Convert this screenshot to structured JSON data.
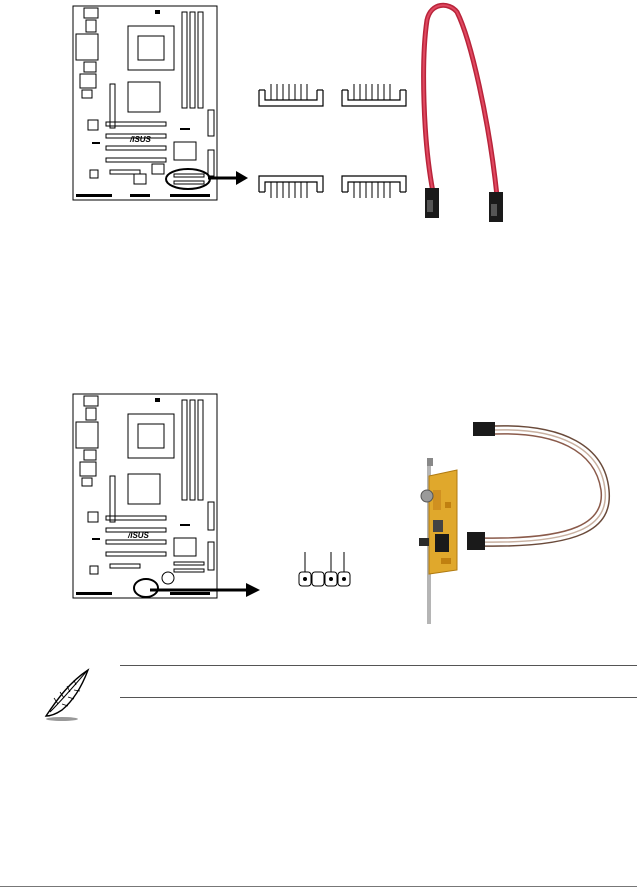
{
  "figure_sata": {
    "board_logo": "/ISUS",
    "connectors": [
      {
        "id": "sata-top-left"
      },
      {
        "id": "sata-top-right"
      },
      {
        "id": "sata-bottom-left"
      },
      {
        "id": "sata-bottom-right"
      }
    ]
  },
  "figure_spdif": {
    "board_logo": "/ISUS",
    "header_pins": 4
  },
  "note": {
    "icon": "feather-quill-icon",
    "text": ""
  }
}
